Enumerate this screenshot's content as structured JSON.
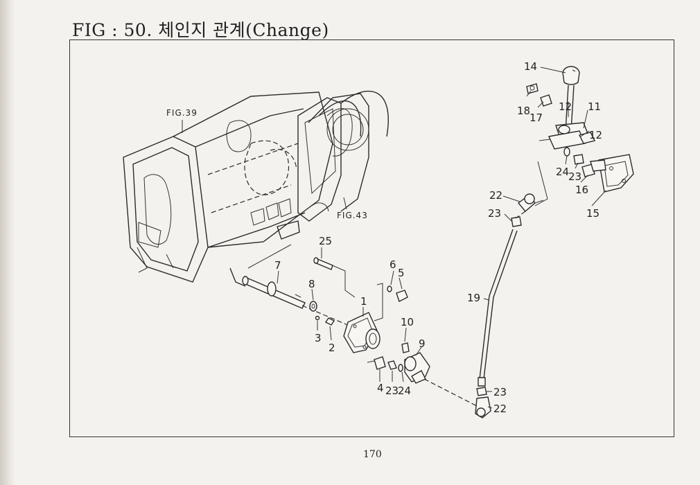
{
  "header": {
    "title": "FIG : 50. 체인지 관계(Change)"
  },
  "diagram": {
    "references": {
      "fig39": "FIG.39",
      "fig43": "FIG.43"
    },
    "callouts": {
      "p1": "1",
      "p2": "2",
      "p3": "3",
      "p4": "4",
      "p5": "5",
      "p6": "6",
      "p7": "7",
      "p8": "8",
      "p9": "9",
      "p10": "10",
      "p11": "11",
      "p12a": "12",
      "p12b": "12",
      "p14": "14",
      "p15": "15",
      "p16": "16",
      "p17": "17",
      "p18": "18",
      "p19": "19",
      "p22a": "22",
      "p22b": "22",
      "p23a": "23",
      "p23b": "23",
      "p23c": "23",
      "p23d": "23",
      "p24a": "24",
      "p24b": "24",
      "p25": "25"
    }
  },
  "footer": {
    "page_number": "170"
  }
}
